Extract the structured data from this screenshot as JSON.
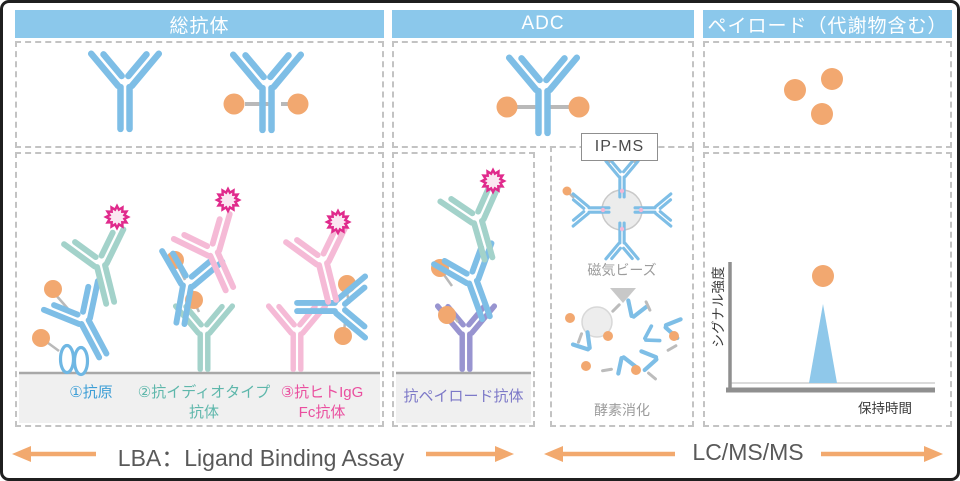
{
  "columns": {
    "total_antibody": {
      "header": "総抗体"
    },
    "adc": {
      "header": "ADC"
    },
    "payload": {
      "header": "ペイロード（代謝物含む）"
    }
  },
  "lba_panel": {
    "capture_labels": {
      "antigen": "①抗原",
      "anti_idiotype": {
        "line1": "②抗イディオタイプ",
        "line2": "抗体"
      },
      "anti_human_igg_fc": {
        "line1": "③抗ヒトIgG",
        "line2": "Fc抗体"
      }
    },
    "anti_payload_label": "抗ペイロード抗体"
  },
  "ip_ms_panel": {
    "title": "IP-MS",
    "magnetic_beads_label": "磁気ビーズ",
    "enzyme_digestion_label": "酵素消化"
  },
  "chromatogram": {
    "y_axis_label": "シグナル強度",
    "x_axis_label": "保持時間"
  },
  "footer": {
    "lba_label": "LBA：Ligand Binding Assay",
    "lcmsms_label": "LC/MS/MS"
  },
  "colors": {
    "header_blue": "#8bc8eb",
    "antibody_blue": "#7ebee6",
    "antibody_teal": "#a3d2ca",
    "antibody_pink": "#f5bad6",
    "antibody_purple": "#9894d0",
    "payload_orange": "#f2a870",
    "detection_star_pink": "#e02a8c",
    "arrow_orange": "#f2a96e"
  }
}
